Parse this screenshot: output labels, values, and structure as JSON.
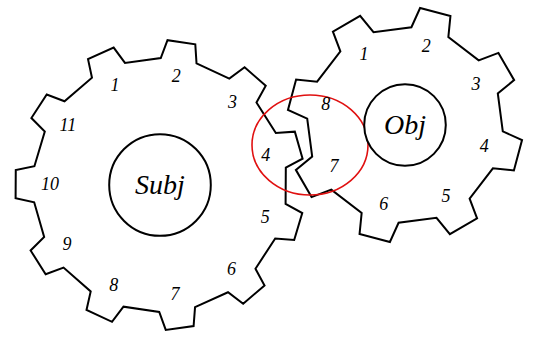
{
  "diagram": {
    "nodes": [
      {
        "text": [
          "Subj"
        ]
      },
      {
        "text": [
          "Obj"
        ]
      }
    ],
    "labels": [
      "1",
      "2",
      "3",
      "4",
      "5",
      "6",
      "7",
      "8",
      "9",
      "10",
      "11",
      "1",
      "2",
      "3",
      "4",
      "5",
      "6",
      "7",
      "8"
    ]
  }
}
